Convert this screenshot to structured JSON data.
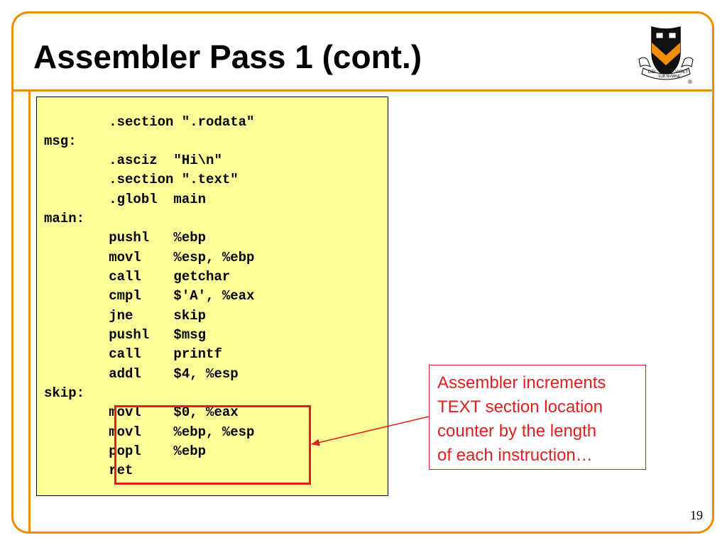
{
  "slide": {
    "title": "Assembler Pass 1 (cont.)",
    "page_number": "19"
  },
  "colors": {
    "frame": "#f28c00",
    "code_background": "#ffff99",
    "callout_red": "#e41e20"
  },
  "logo": {
    "icon": "princeton-shield-icon",
    "motto_left": "DEI",
    "motto_center": "SUB NVMINE",
    "motto_right": "VIGET",
    "mark": "®"
  },
  "code": {
    "lines": [
      "        .section \".rodata\"",
      "msg:",
      "        .asciz  \"Hi\\n\"",
      "        .section \".text\"",
      "        .globl  main",
      "main:",
      "        pushl   %ebp",
      "        movl    %esp, %ebp",
      "        call    getchar",
      "        cmpl    $'A', %eax",
      "        jne     skip",
      "        pushl   $msg",
      "        call    printf",
      "        addl    $4, %esp",
      "skip:",
      "        movl    $0, %eax",
      "        movl    %ebp, %esp",
      "        popl    %ebp",
      "        ret"
    ]
  },
  "callout": {
    "lines": [
      "Assembler increments",
      "TEXT section location",
      "counter by the length",
      "of each instruction…"
    ]
  }
}
